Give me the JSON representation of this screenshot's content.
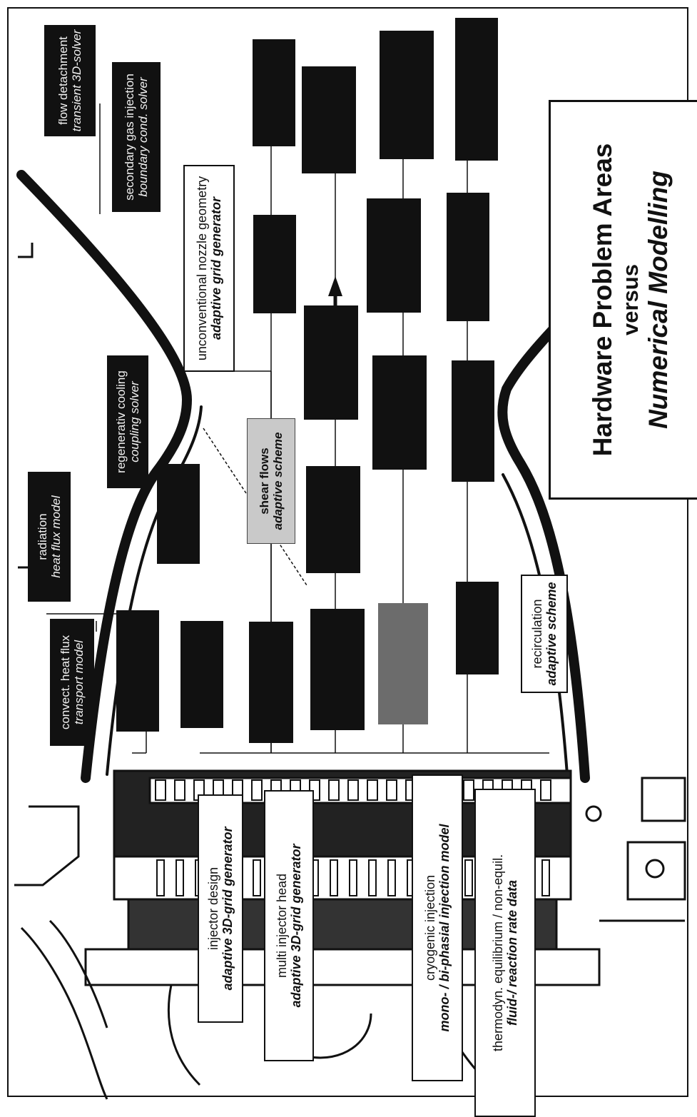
{
  "title": {
    "line1": "Hardware Problem Areas",
    "line2": "versus",
    "line3": "Numerical Modelling"
  },
  "boxes": {
    "flow_detachment": {
      "line1": "flow detachment",
      "line2": "transient 3D-solver"
    },
    "secondary_gas": {
      "line1": "secondary gas injection",
      "line2": "boundary cond. solver"
    },
    "radiation": {
      "line1": "radiation",
      "line2": "heat flux model"
    },
    "regenerative_cooling": {
      "line1": "regenerativ cooling",
      "line2": "coupling solver"
    },
    "convect_heat_flux": {
      "line1": "convect. heat flux",
      "line2": "transport model"
    },
    "unconventional_nozzle": {
      "line1": "unconventional nozzle geometry",
      "line2": "adaptive grid generator"
    },
    "shear_flows": {
      "line1": "shear flows",
      "line2": "adaptive scheme"
    },
    "recirculation": {
      "line1": "recirculation",
      "line2": "adaptive scheme"
    },
    "injector_design": {
      "line1": "injector design",
      "line2": "adaptive 3D-grid generator"
    },
    "multi_injector_head": {
      "line1": "multi injector head",
      "line2": "adaptive 3D-grid generator"
    },
    "cryogenic_injection": {
      "line1": "cryogenic injection",
      "line2": "mono- / bi-phasial injection model"
    },
    "thermodyn_equilibrium": {
      "line1": "thermodyn. equilibrium / non-equil.",
      "line2": "fluid-/ reaction rate data"
    }
  },
  "colors": {
    "ink": "#111111",
    "paper": "#ffffff",
    "dark_box": "#111111",
    "gray_box": "#c9c9c9",
    "mid_box": "#6c6c6c"
  }
}
